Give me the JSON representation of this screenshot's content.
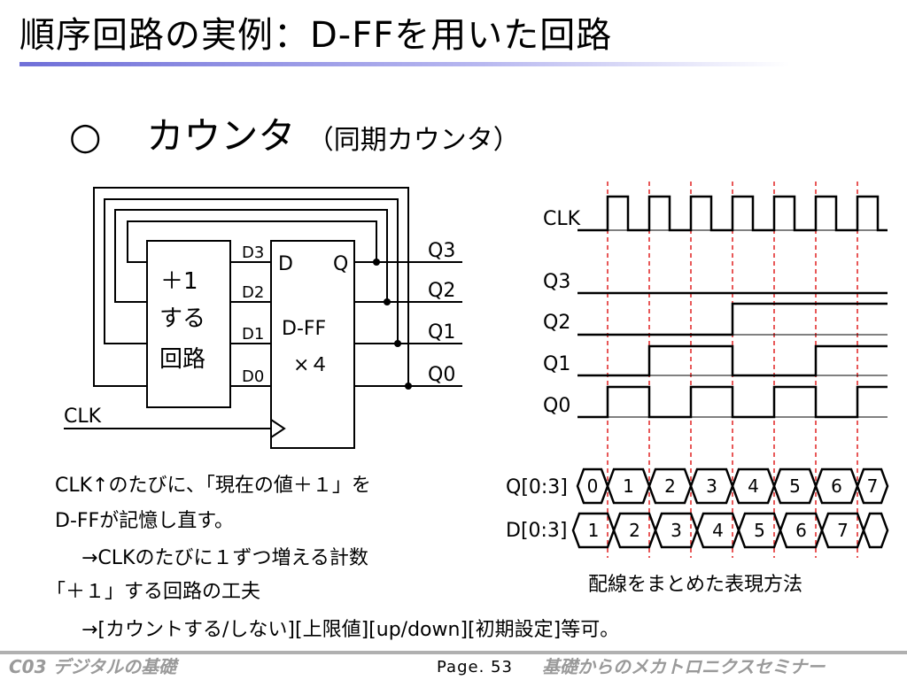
{
  "slide": {
    "title": "順序回路の実例：D-FFを用いた回路",
    "heading_bullet": "○",
    "heading": "カウンタ",
    "heading_sub": "（同期カウンタ）"
  },
  "circuit": {
    "adder_lines": [
      "＋1",
      "する",
      "回路"
    ],
    "d_labels": [
      "D3",
      "D2",
      "D1",
      "D0"
    ],
    "dff_d_pin": "D",
    "dff_q_pin": "Q",
    "dff_name": "D-FF",
    "dff_count": "×４",
    "outputs": [
      "Q3",
      "Q2",
      "Q1",
      "Q0"
    ],
    "clk_label": "CLK"
  },
  "timing": {
    "signals": [
      "CLK",
      "Q3",
      "Q2",
      "Q1",
      "Q0"
    ],
    "bus_q_label": "Q[0:3]",
    "bus_d_label": "D[0:3]",
    "bus_q_values": [
      "0",
      "1",
      "2",
      "3",
      "4",
      "5",
      "6",
      "7"
    ],
    "bus_d_values": [
      "1",
      "2",
      "3",
      "4",
      "5",
      "6",
      "7"
    ],
    "bus_caption": "配線をまとめた表現方法",
    "levels": {
      "Q3": [
        0,
        0,
        0,
        0,
        0,
        0,
        0,
        0
      ],
      "Q2": [
        0,
        0,
        0,
        0,
        1,
        1,
        1,
        1
      ],
      "Q1": [
        0,
        0,
        1,
        1,
        0,
        0,
        1,
        1
      ],
      "Q0": [
        0,
        1,
        0,
        1,
        0,
        1,
        0,
        1
      ]
    }
  },
  "text": {
    "line1": "CLK↑のたびに、「現在の値＋１」を",
    "line2": "D-FFが記憶し直す。",
    "line3": "→CLKのたびに１ずつ増える計数",
    "line4": "「＋１」する回路の工夫",
    "line5": "→[カウントする/しない][上限値][up/down][初期設定]等可。"
  },
  "footer": {
    "left": "C03 デジタルの基礎",
    "page": "Page. 53",
    "right": "基礎からのメカトロニクスセミナー"
  },
  "colors": {
    "title_bar": "#6f6fd8",
    "guide_lines": "#e02020",
    "footer_text": "#9a9a9a"
  }
}
